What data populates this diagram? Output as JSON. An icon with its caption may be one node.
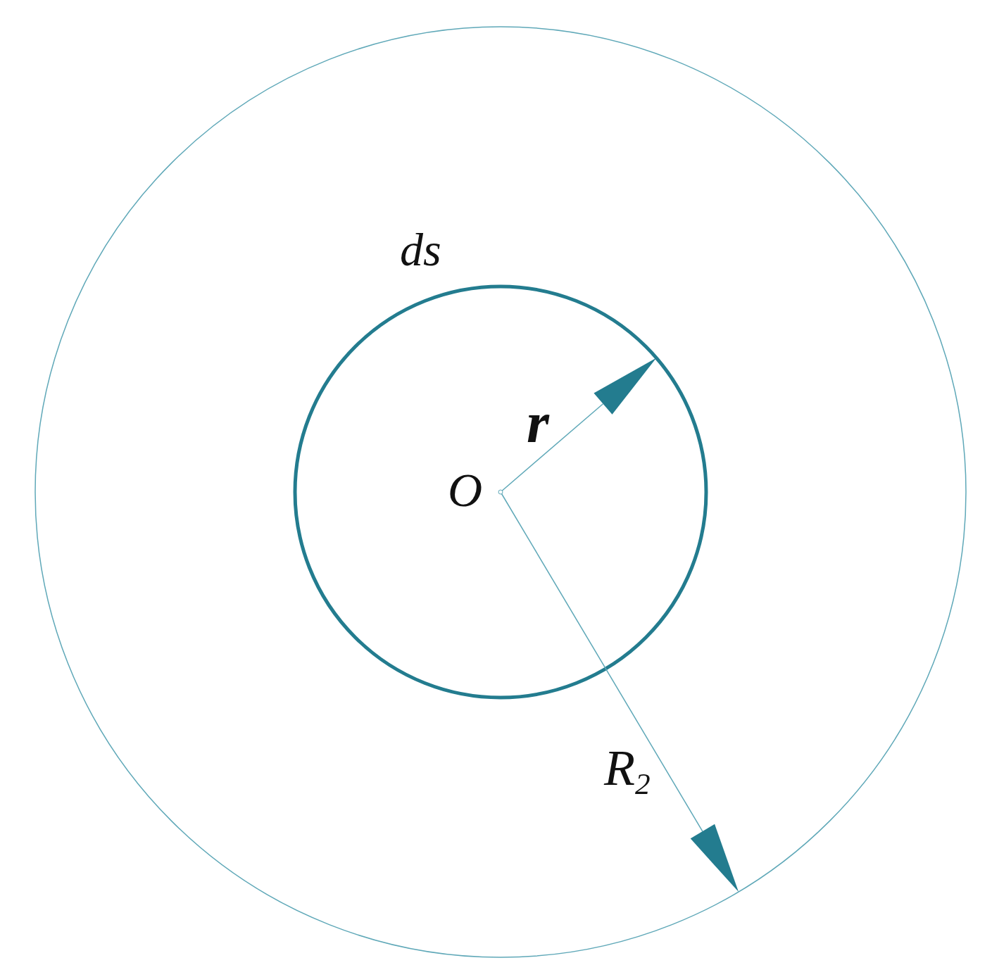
{
  "diagram": {
    "labels": [
      "ds",
      "r",
      "O",
      "R$_{2}$"
    ]
  }
}
